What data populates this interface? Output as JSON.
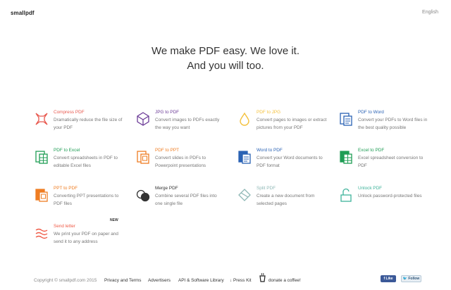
{
  "header": {
    "logo": "smallpdf",
    "language": "English"
  },
  "hero": {
    "line1": "We make PDF easy. We love it.",
    "line2": "And you will too."
  },
  "tools": [
    {
      "title": "Compress PDF",
      "desc": "Dramatically reduce the file size of your PDF",
      "color": "#e8594f",
      "icon": "compress-icon"
    },
    {
      "title": "JPG to PDF",
      "desc": "Convert images to PDFs exactly the way you want",
      "color": "#6d3d98",
      "icon": "jpg-to-pdf-icon"
    },
    {
      "title": "PDF to JPG",
      "desc": "Convert pages to images or extract pictures from your PDF",
      "color": "#f4c13d",
      "icon": "pdf-to-jpg-icon"
    },
    {
      "title": "PDF to Word",
      "desc": "Convert your PDFs to Word files in the best quality possible",
      "color": "#2a62b4",
      "icon": "pdf-to-word-icon"
    },
    {
      "title": "PDF to Excel",
      "desc": "Convert spreadsheets in PDF to editable Excel files",
      "color": "#1f9d55",
      "icon": "pdf-to-excel-icon"
    },
    {
      "title": "PDF to PPT",
      "desc": "Convert slides in PDFs to Powerpoint presentations",
      "color": "#ef7d22",
      "icon": "pdf-to-ppt-icon"
    },
    {
      "title": "Word to PDF",
      "desc": "Convert your Word documents to PDF format",
      "color": "#2a62b4",
      "icon": "word-to-pdf-icon"
    },
    {
      "title": "Excel to PDF",
      "desc": "Excel spreadsheet conversion to PDF",
      "color": "#1f9d55",
      "icon": "excel-to-pdf-icon"
    },
    {
      "title": "PPT to PDF",
      "desc": "Converting PPT presentations to PDF files",
      "color": "#ef7d22",
      "icon": "ppt-to-pdf-icon"
    },
    {
      "title": "Merge PDF",
      "desc": "Combine several PDF files into one single file",
      "color": "#333333",
      "icon": "merge-icon"
    },
    {
      "title": "Split PDF",
      "desc": "Create a new document from selected pages",
      "color": "#8fb8b6",
      "icon": "split-icon"
    },
    {
      "title": "Unlock PDF",
      "desc": "Unlock password-protected files",
      "color": "#3fb39b",
      "icon": "unlock-icon"
    },
    {
      "title": "Send letter",
      "desc": "We print your PDF on paper and send it to any address",
      "color": "#ef5a46",
      "icon": "send-letter-icon",
      "badge": "NEW"
    }
  ],
  "footer": {
    "copyright": "Copyright © smallpdf.com 2015",
    "privacy": "Privacy and Terms",
    "advertisers": "Advertisers",
    "api": "API & Software Library",
    "press": "↓ Press Kit",
    "donate": "donate a coffee!",
    "facebook": "f Like",
    "twitter": "🐦 Follow"
  }
}
